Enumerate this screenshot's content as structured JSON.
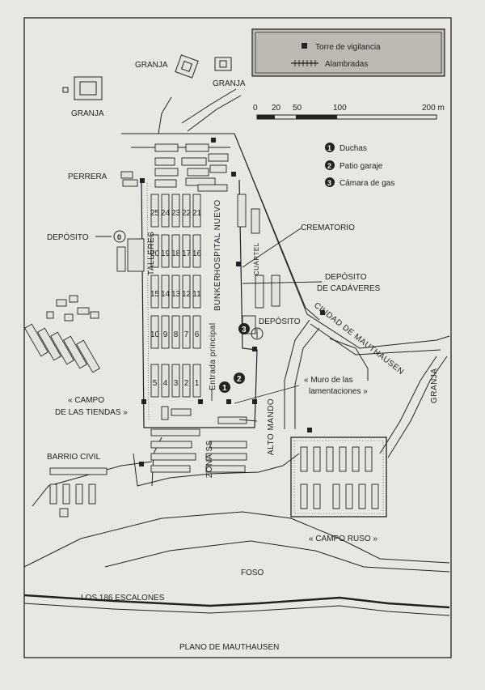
{
  "legend": {
    "tower": "Torre de vigilancia",
    "fence": "Alambradas"
  },
  "scale": {
    "ticks": [
      "0",
      "20",
      "50",
      "100",
      "200 m"
    ]
  },
  "key": [
    {
      "num": "1",
      "label": "Duchas"
    },
    {
      "num": "2",
      "label": "Patio garaje"
    },
    {
      "num": "3",
      "label": "Cámara de gas"
    }
  ],
  "labels": {
    "granja_a": "GRANJA",
    "granja_b": "GRANJA",
    "granja_c": "GRANJA",
    "granja_d": "GRANJA",
    "perrera": "PERRERA",
    "deposito_left": "DEPÓSITO",
    "deposito_right": "DEPÓSITO",
    "crematorio": "CREMATORIO",
    "deposito_cadaveres_1": "DEPÓSITO",
    "deposito_cadaveres_2": "DE CADÁVERES",
    "talleres": "TALLERES",
    "hospital_nuevo": "HOSPITAL NUEVO",
    "bunker": "BUNKER",
    "cuartel": "CUARTEL",
    "entrada": "Entrada principal",
    "muro_1": "« Muro de las",
    "muro_2": "lamentaciones »",
    "campo_tiendas_1": "« CAMPO",
    "campo_tiendas_2": "DE LAS TIENDAS »",
    "barrio_civil": "BARRIO CIVIL",
    "zona_ss": "ZONA SS",
    "alto_mando": "ALTO MANDO",
    "ciudad": "CIUDAD DE MAUTHAUSEN",
    "campo_ruso": "« CAMPO RUSO »",
    "foso": "FOSO",
    "escalones": "LOS 186 ESCALONES",
    "plano": "PLANO DE MAUTHAUSEN"
  },
  "barracks_rows": [
    [
      "25",
      "24",
      "23",
      "22",
      "21"
    ],
    [
      "20",
      "19",
      "18",
      "17",
      "16"
    ],
    [
      "15",
      "14",
      "13",
      "12",
      "11"
    ],
    [
      "10",
      "9",
      "8",
      "7",
      "6"
    ],
    [
      "5",
      "4",
      "3",
      "2",
      "1"
    ]
  ],
  "colors": {
    "ink": "#222222",
    "paper": "#e9e7e2",
    "legend_fill": "#bdbab4",
    "building_fill": "#e4e2dd"
  }
}
